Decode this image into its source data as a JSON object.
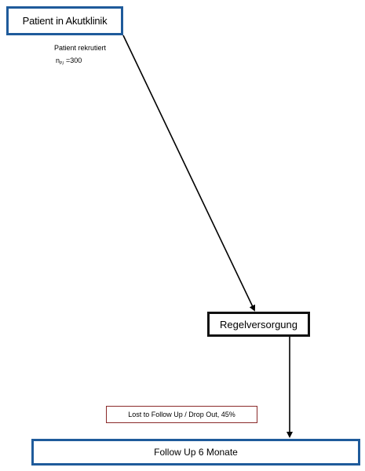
{
  "nodes": {
    "patient": "Patient in Akutklinik",
    "regelversorgung": "Regelversorgung",
    "lost": "Lost to Follow Up / Drop Out, 45%",
    "followup": "Follow Up 6 Monate"
  },
  "annotations": {
    "recruited": "Patient rekrutiert",
    "n_symbol": "n",
    "n_subscript": "P,I",
    "n_value": "=300"
  },
  "colors": {
    "blue_border": "#1f5b9b",
    "dark_border": "#111111",
    "red_border": "#8a2a2a"
  }
}
